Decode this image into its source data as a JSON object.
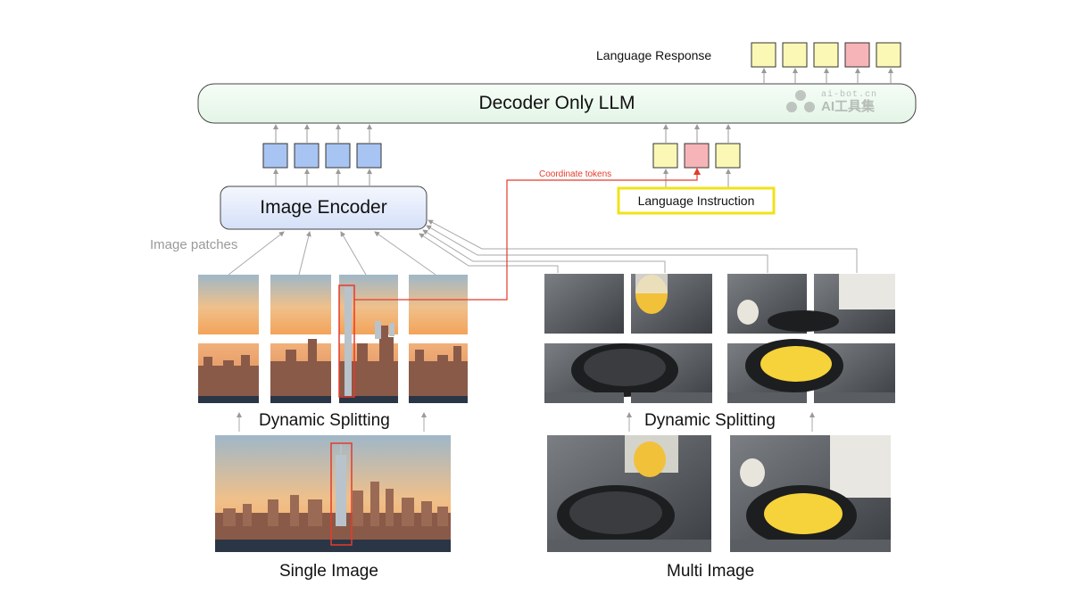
{
  "llm": {
    "title": "Decoder Only LLM"
  },
  "response": {
    "label": "Language Response",
    "token_colors": [
      "#fbf8b5",
      "#fbf8b5",
      "#fbf8b5",
      "#f7b4b8",
      "#fbf8b5"
    ]
  },
  "encoder": {
    "title": "Image Encoder",
    "output_token_color": "#a8c4f3"
  },
  "instruction": {
    "title": "Language Instruction",
    "token_colors": [
      "#fbf8b5",
      "#f7b4b8",
      "#fbf8b5"
    ]
  },
  "coordinate": {
    "label": "Coordinate tokens"
  },
  "patches": {
    "label": "Image patches"
  },
  "splitting": {
    "left_label": "Dynamic Splitting",
    "right_label": "Dynamic Splitting"
  },
  "single": {
    "label": "Single Image"
  },
  "multi": {
    "label": "Multi Image"
  },
  "watermark": {
    "line1": "ai-bot.cn",
    "line2": "AI工具集"
  },
  "colors": {
    "accent_red": "#e43b2c",
    "llm_fill": "#eefaf0",
    "encoder_fill": "#e6edfb",
    "instruction_border": "#f0e21a",
    "arrow_gray": "#aaaaaa"
  }
}
